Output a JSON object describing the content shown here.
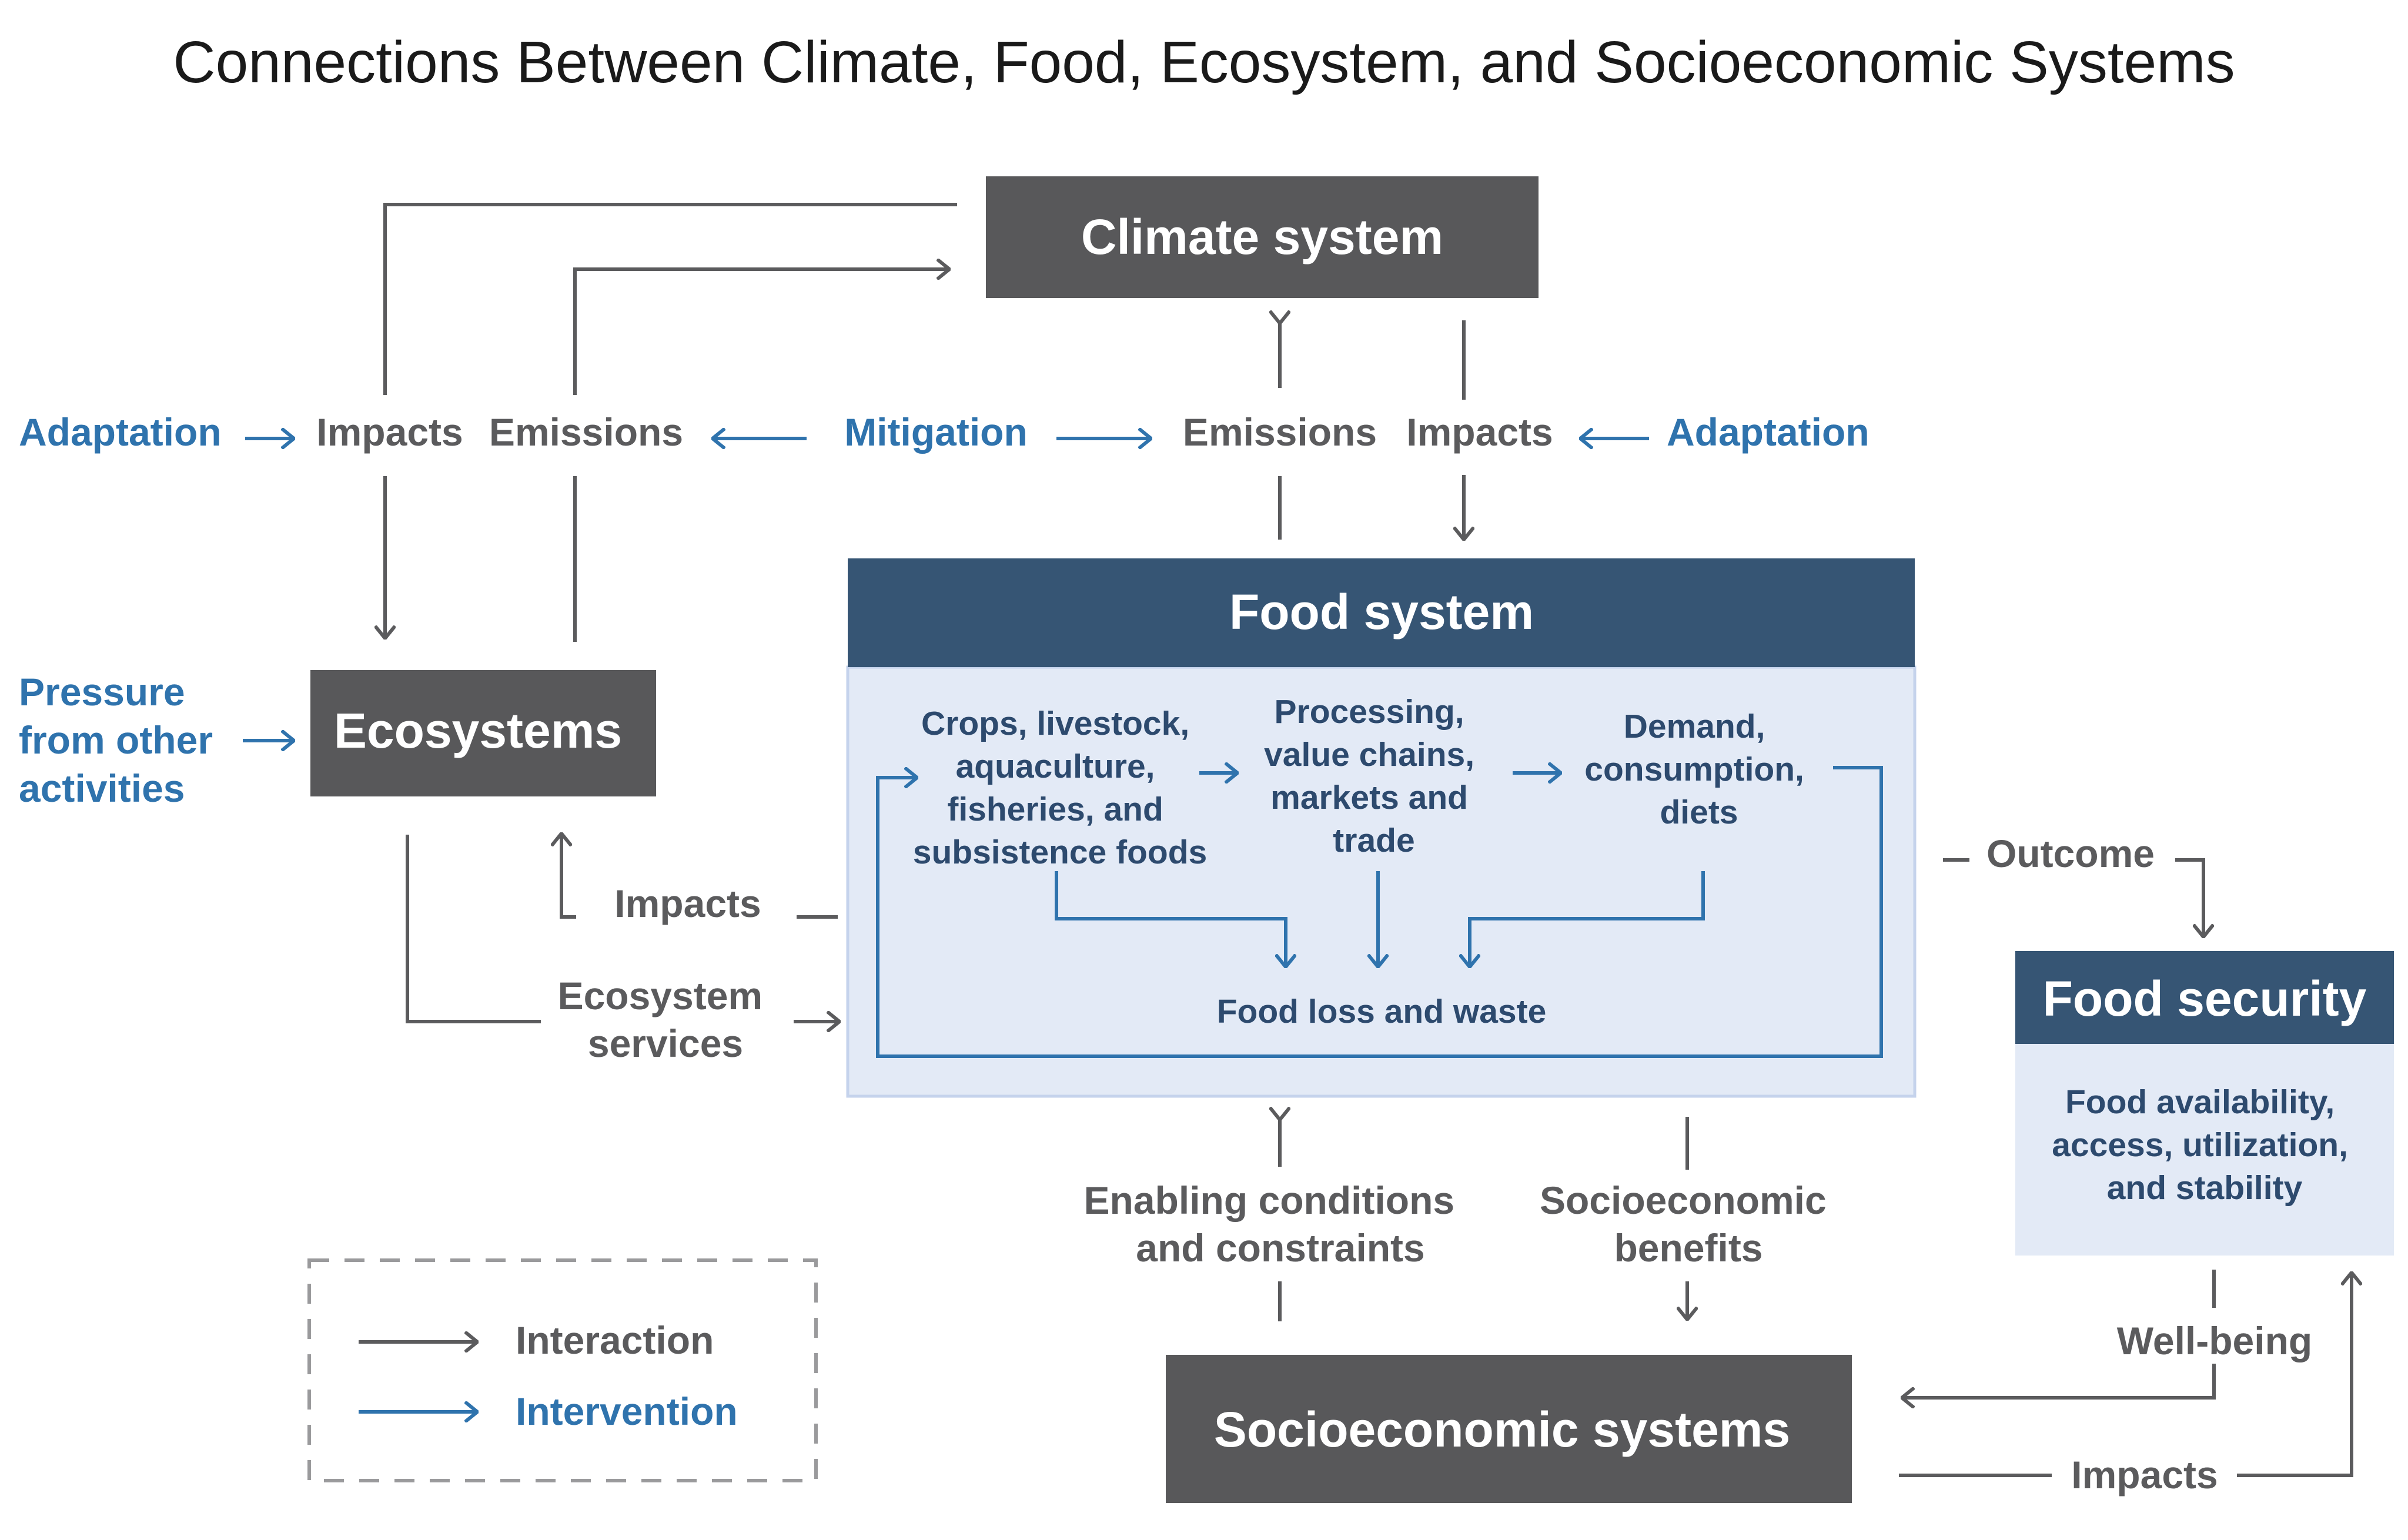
{
  "title": "Connections Between Climate, Food, Ecosystem, and Socioeconomic Systems",
  "colors": {
    "interaction": "#5b5b5d",
    "intervention": "#2f73ad",
    "dark_box": "#58585a",
    "food_system_header": "#365574",
    "food_system_panel": "#e3eaf6"
  },
  "nodes": {
    "climate": "Climate system",
    "food_system": "Food system",
    "ecosystems": "Ecosystems",
    "food_security": "Food security",
    "socioeconomic": "Socioeconomic systems"
  },
  "labels": {
    "adaptation_left": "Adaptation",
    "impacts_left": "Impacts",
    "emissions_left": "Emissions",
    "mitigation": "Mitigation",
    "emissions_right": "Emissions",
    "impacts_right": "Impacts",
    "adaptation_right": "Adaptation",
    "pressure": [
      "Pressure",
      "from other",
      "activities"
    ],
    "impacts_eco": "Impacts",
    "ecosystem_services": [
      "Ecosystem",
      "services"
    ],
    "outcome": "Outcome",
    "enabling": [
      "Enabling conditions",
      "and constraints"
    ],
    "socio_benefits": [
      "Socioeconomic",
      "benefits"
    ],
    "wellbeing": "Well-being",
    "impacts_bottom": "Impacts"
  },
  "food_system_components": {
    "production": [
      "Crops, livestock,",
      "aquaculture,",
      "fisheries, and",
      "subsistence foods"
    ],
    "processing": [
      "Processing,",
      "value chains,",
      "markets and",
      "trade"
    ],
    "demand": [
      "Demand,",
      "consumption,",
      "diets"
    ],
    "loss": "Food loss and waste"
  },
  "food_security_detail": [
    "Food availability,",
    "access, utilization,",
    "and stability"
  ],
  "legend": {
    "interaction": "Interaction",
    "intervention": "Intervention"
  }
}
